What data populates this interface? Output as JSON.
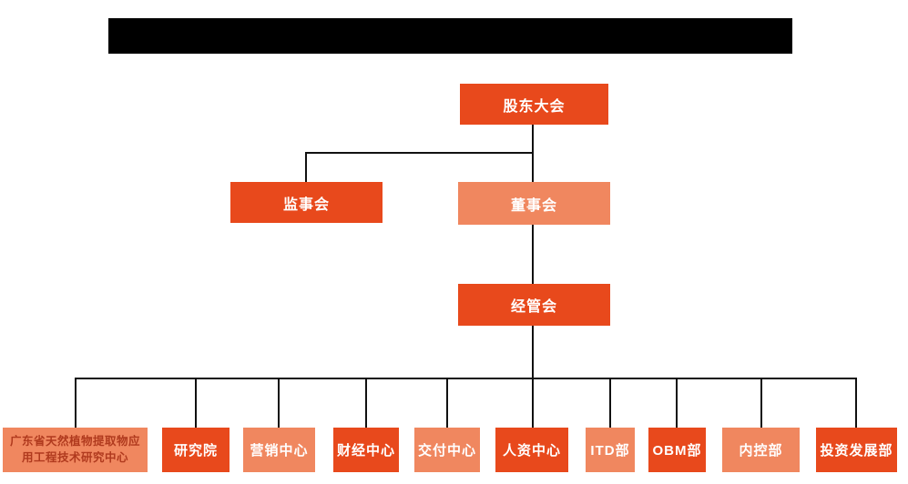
{
  "colors": {
    "primary": "#E8491C",
    "secondary": "#F0875F",
    "connector": "#111111",
    "box_text": "#FFFFFF",
    "research_center_text": "#B03A1E",
    "redaction": "#000000"
  },
  "chart": {
    "type": "org-chart",
    "levels": {
      "level1": {
        "label": "股东大会"
      },
      "level2": [
        {
          "label": "监事会"
        },
        {
          "label": "董事会"
        }
      ],
      "level3": {
        "label": "经管会"
      }
    },
    "departments": [
      {
        "label": "广东省天然植物提取物应用工程技术研究中心"
      },
      {
        "label": "研究院"
      },
      {
        "label": "营销中心"
      },
      {
        "label": "财经中心"
      },
      {
        "label": "交付中心"
      },
      {
        "label": "人资中心"
      },
      {
        "label": "ITD部"
      },
      {
        "label": "OBM部"
      },
      {
        "label": "内控部"
      },
      {
        "label": "投资发展部"
      }
    ],
    "hierarchy": [
      {
        "parent": "股东大会",
        "children": [
          "监事会",
          "董事会"
        ]
      },
      {
        "parent": "董事会",
        "children": [
          "经管会"
        ]
      },
      {
        "parent": "经管会",
        "children": [
          "广东省天然植物提取物应用工程技术研究中心",
          "研究院",
          "营销中心",
          "财经中心",
          "交付中心",
          "人资中心",
          "ITD部",
          "OBM部",
          "内控部",
          "投资发展部"
        ]
      }
    ]
  }
}
